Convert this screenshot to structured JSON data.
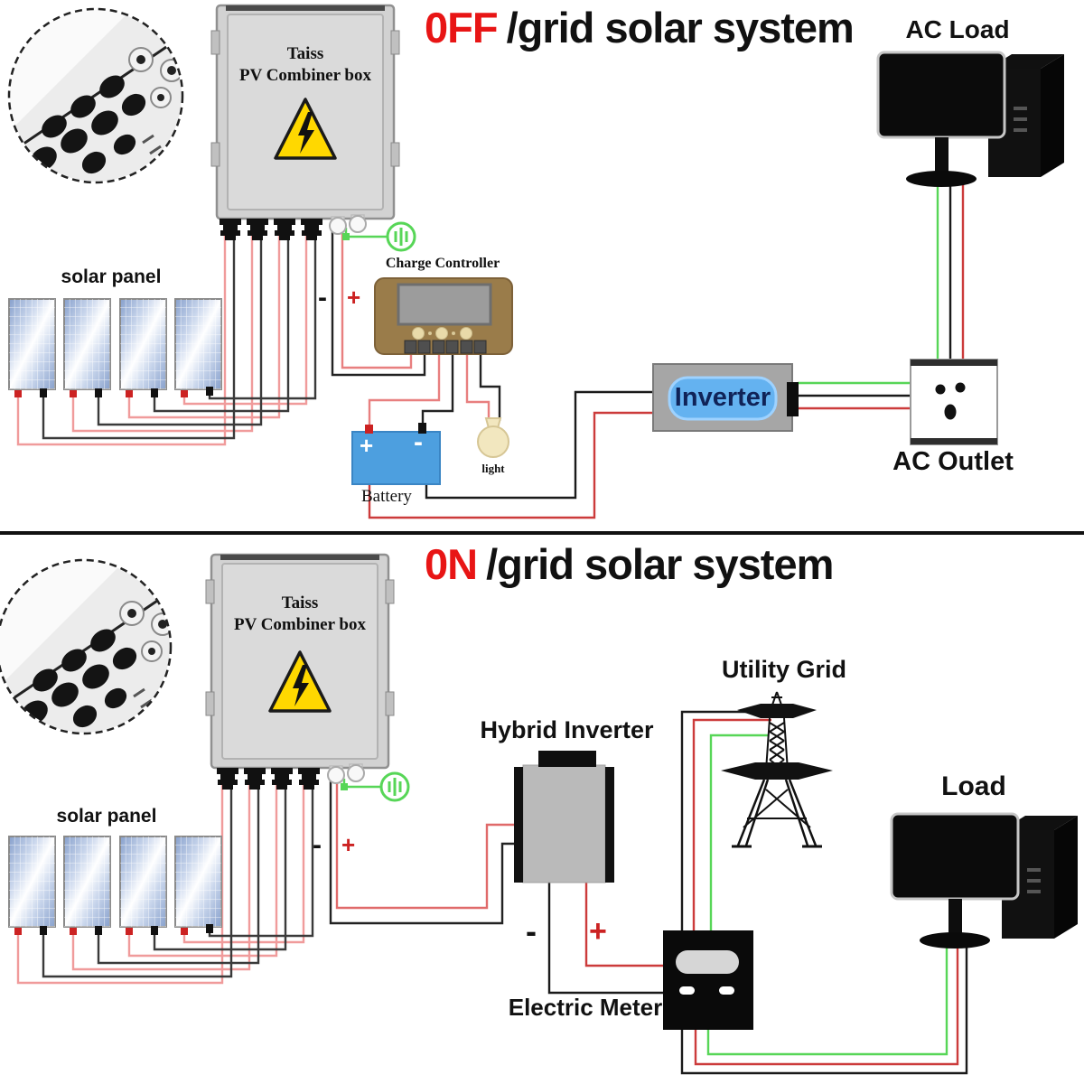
{
  "colors": {
    "title_accent": "#e81515",
    "wire_red": "#cc3b3b",
    "wire_pink": "#f09b9b",
    "wire_black": "#1a1a1a",
    "wire_green": "#57d657",
    "battery_blue": "#4d9fdf",
    "controller_body": "#9a7c4a",
    "inverter_badge": "#64b2f0",
    "warning_yellow": "#ffd800"
  },
  "off_grid": {
    "title_prefix": "0FF",
    "title_suffix": "/grid solar system",
    "combiner_line1": "Taiss",
    "combiner_line2": "PV Combiner box",
    "solar_panel": "solar panel",
    "charge_controller": "Charge Controller",
    "wire_minus": "-",
    "wire_plus": "+",
    "battery": "Battery",
    "battery_plus": "+",
    "battery_minus": "-",
    "light": "light",
    "inverter": "Inverter",
    "ac_outlet": "AC Outlet",
    "ac_load": "AC Load"
  },
  "on_grid": {
    "title_prefix": "0N",
    "title_suffix": "/grid solar system",
    "combiner_line1": "Taiss",
    "combiner_line2": "PV Combiner box",
    "solar_panel": "solar panel",
    "wire_minus": "-",
    "wire_plus": "+",
    "hybrid_inverter": "Hybrid Inverter",
    "utility_grid": "Utility Grid",
    "meter_minus": "-",
    "meter_plus": "+",
    "electric_meter": "Electric Meter",
    "load": "Load"
  }
}
